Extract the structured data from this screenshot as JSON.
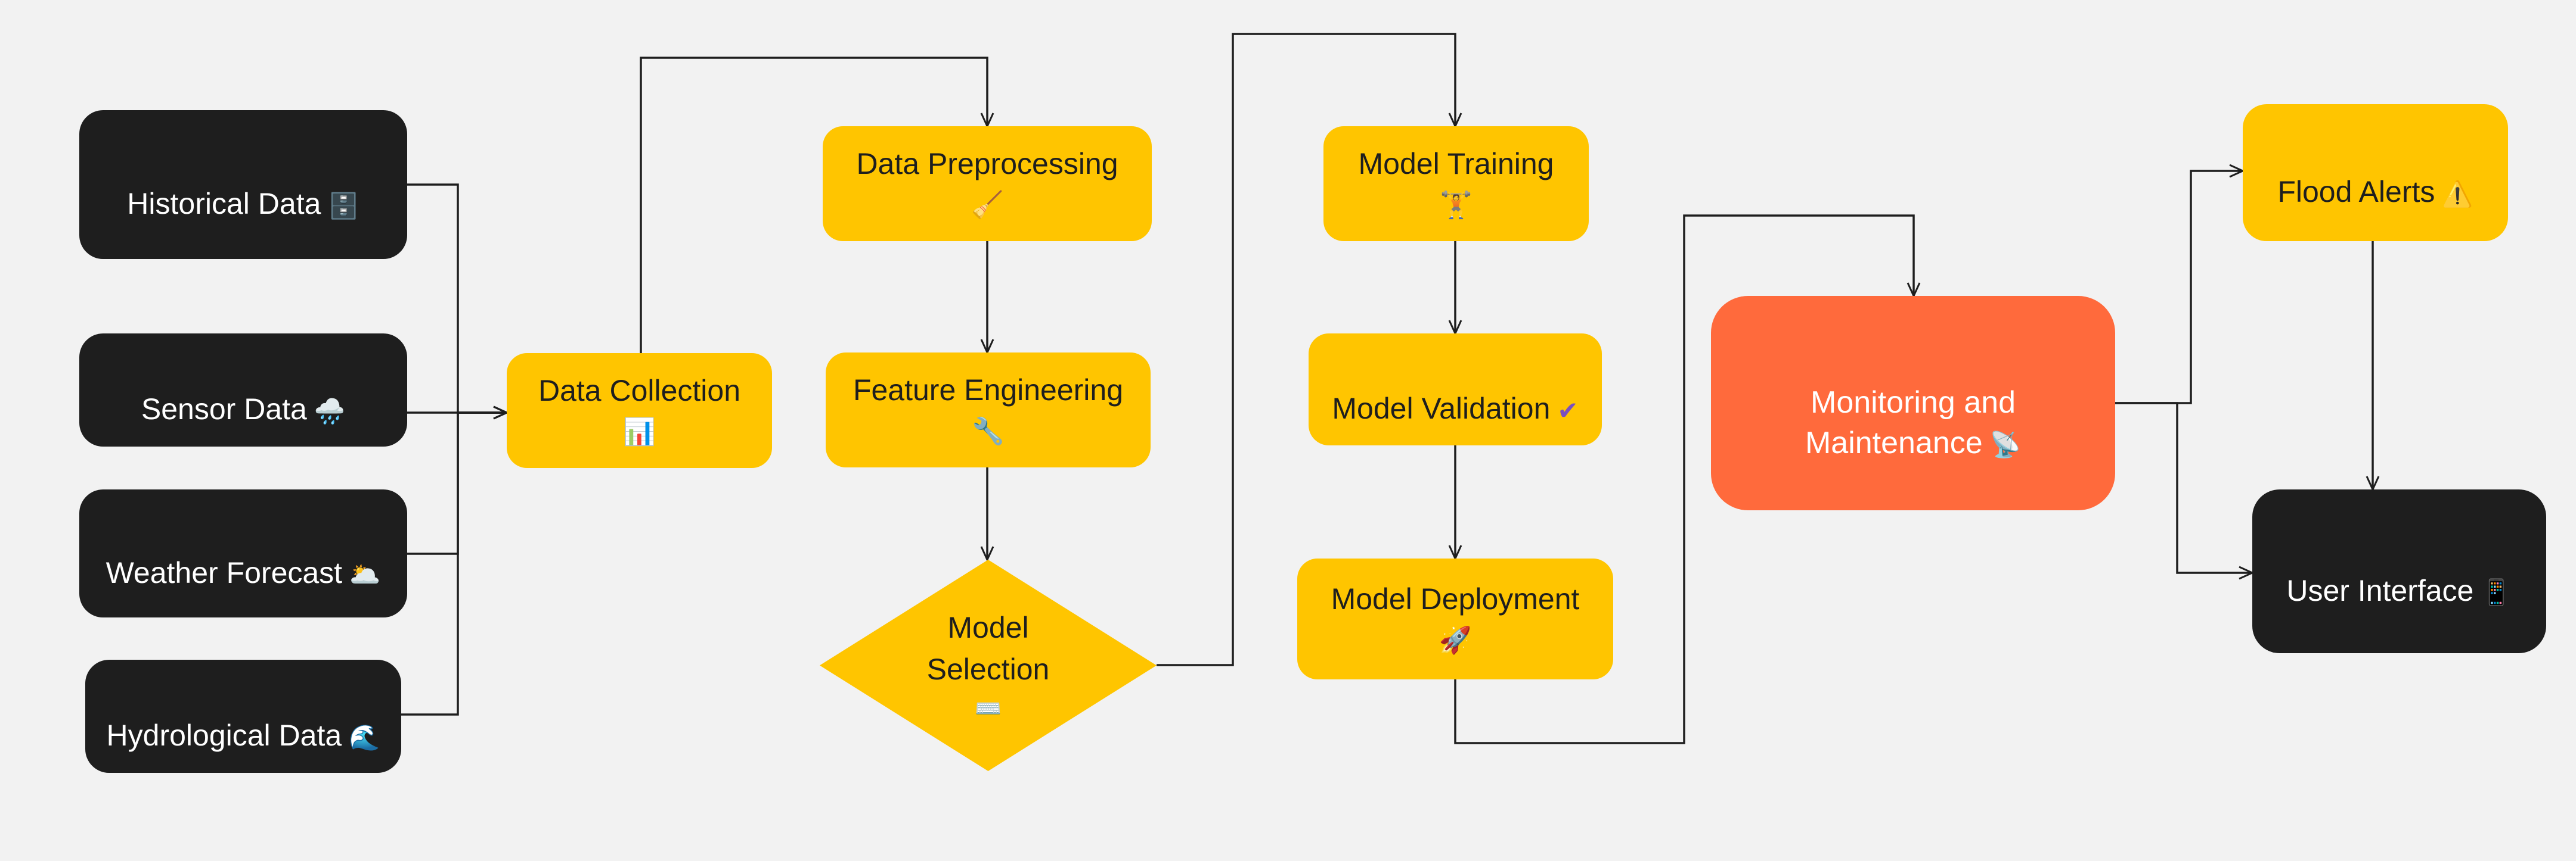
{
  "diagram": {
    "inputs": {
      "historical": {
        "label": "Historical Data",
        "icon": "🗄️",
        "icon_name": "file-cabinet-icon"
      },
      "sensor": {
        "label": "Sensor Data",
        "icon": "🌧️",
        "icon_name": "rain-cloud-icon"
      },
      "weather": {
        "label": "Weather Forecast",
        "icon": "🌥️",
        "icon_name": "sun-behind-cloud-icon"
      },
      "hydro": {
        "label": "Hydrological Data",
        "icon": "🌊",
        "icon_name": "wave-icon"
      }
    },
    "collection": {
      "label": "Data Collection",
      "icon": "📊",
      "icon_name": "bar-chart-icon"
    },
    "preprocessing": {
      "label": "Data Preprocessing",
      "icon": "🧹",
      "icon_name": "broom-icon"
    },
    "feature": {
      "label": "Feature Engineering",
      "icon": "🔧",
      "icon_name": "wrench-icon"
    },
    "selection": {
      "label": "Model\nSelection",
      "icon": "⌨️",
      "icon_name": "keyboard-icon"
    },
    "training": {
      "label": "Model Training",
      "icon": "🏋️",
      "icon_name": "weightlifter-icon"
    },
    "validation": {
      "label": "Model Validation",
      "icon": "✔",
      "icon_name": "check-mark-icon"
    },
    "deployment": {
      "label": "Model Deployment",
      "icon": "🚀",
      "icon_name": "rocket-icon"
    },
    "monitoring": {
      "label": "Monitoring and\nMaintenance",
      "icon": "📡",
      "icon_name": "satellite-antenna-icon"
    },
    "alerts": {
      "label": "Flood Alerts",
      "icon": "⚠️",
      "icon_name": "warning-icon"
    },
    "ui": {
      "label": "User Interface",
      "icon": "📱",
      "icon_name": "mobile-phone-icon"
    }
  },
  "colors": {
    "background": "#f2f2f2",
    "dark_node": "#1e1e1e",
    "yellow_node": "#ffc500",
    "orange_node": "#ff6a3c",
    "edge": "#1e1e1e"
  }
}
